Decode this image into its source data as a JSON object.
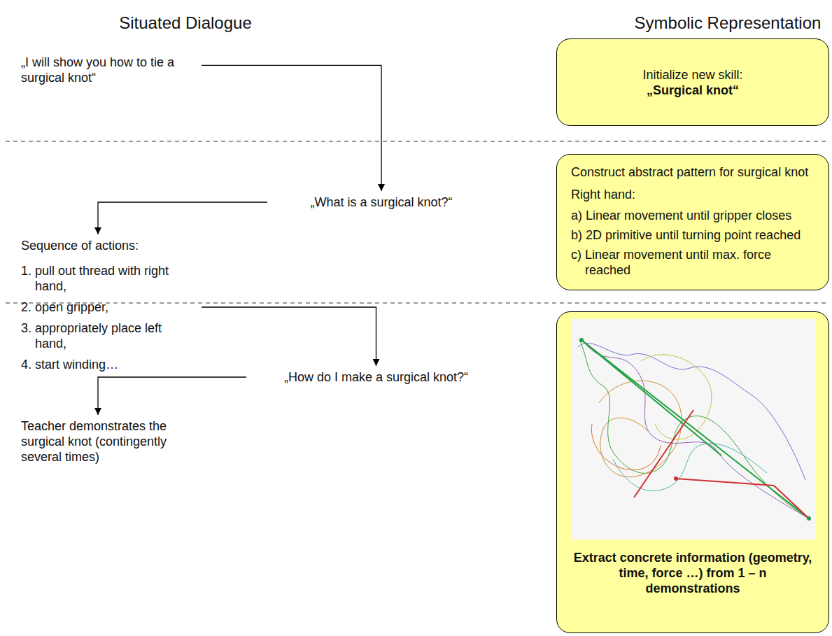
{
  "diagram": {
    "nodes": [
      {
        "text": [
          "„I will show you how to tie a surgical knot“"
        ]
      },
      {
        "text": [
          "Initialize new skill:",
          "„Surgical knot“"
        ]
      },
      {
        "text": [
          "„What is a surgical knot?“"
        ]
      },
      {
        "text": [
          "Construct abstract pattern for surgical knot",
          "Right hand:",
          "a) Linear movement until gripper closes",
          "b) 2D primitive until turning point reached",
          "c) Linear movement until max. force reached"
        ]
      },
      {
        "text": [
          "Sequence of actions:",
          "1. pull out thread with right hand,",
          "2. open gripper,",
          "3. appropriately place left hand,",
          "4. start winding…"
        ]
      },
      {
        "text": [
          "„How do I make a surgical knot?“"
        ]
      },
      {
        "text": [
          "Extract concrete information (geometry, time, force …) from 1 – n demonstrations"
        ]
      },
      {
        "text": [
          "Teacher demonstrates the surgical knot (contingently several times)"
        ]
      }
    ],
    "edges": [
      {
        "from": 0,
        "to": 2,
        "arrow": "to"
      },
      {
        "from": 2,
        "to": 4,
        "arrow": "to"
      },
      {
        "from": 4,
        "to": 5,
        "arrow": "to"
      },
      {
        "from": 5,
        "to": 7,
        "arrow": "to"
      }
    ],
    "labels": [
      "Situated Dialogue",
      "Symbolic Representation"
    ]
  }
}
